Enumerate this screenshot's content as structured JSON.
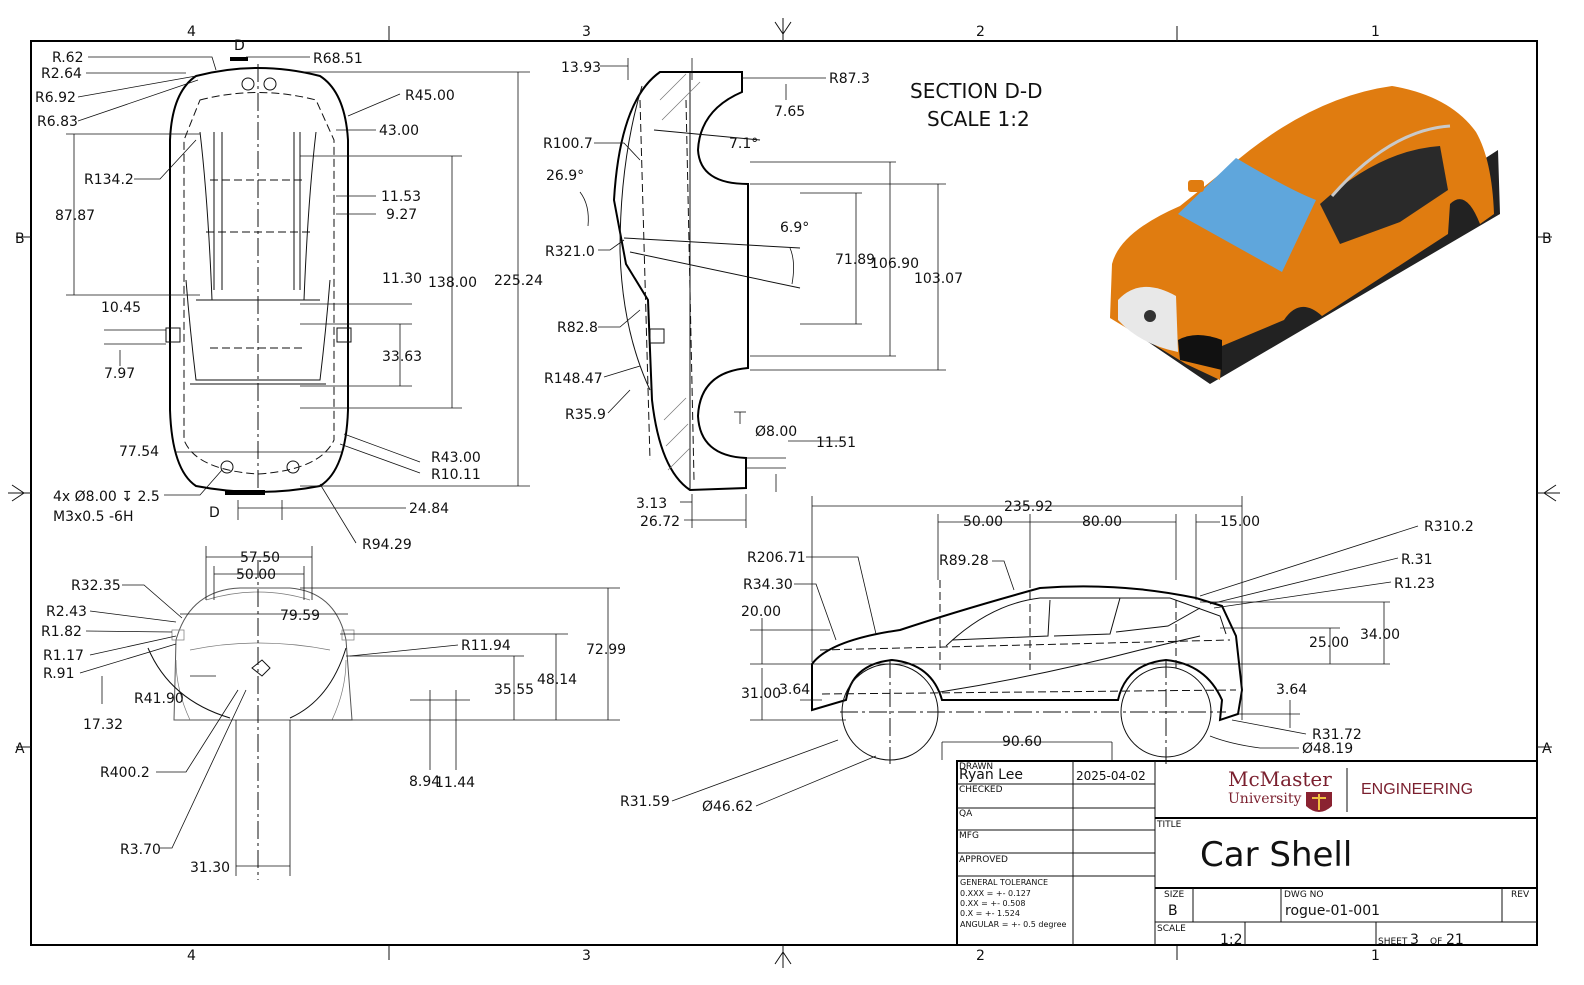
{
  "zones": {
    "cols_top": [
      "4",
      "3",
      "2",
      "1"
    ],
    "cols_bottom": [
      "4",
      "3",
      "2",
      "1"
    ],
    "rows_left": [
      "B",
      "A"
    ],
    "rows_right": [
      "B",
      "A"
    ]
  },
  "section": {
    "title": "SECTION D-D",
    "scale": "SCALE 1:2",
    "cut_label": "D"
  },
  "top_view": {
    "dims": [
      "R.62",
      "R68.51",
      "R2.64",
      "R6.92",
      "R6.83",
      "R45.00",
      "43.00",
      "R134.2",
      "87.87",
      "11.53",
      "9.27",
      "11.30",
      "138.00",
      "225.24",
      "10.45",
      "33.63",
      "7.97",
      "77.54",
      "R43.00",
      "R10.11",
      "24.84",
      "R94.29"
    ],
    "hole_note_1": "4x Ø8.00 ↧ 2.5",
    "hole_note_2": "M3x0.5 -6H"
  },
  "section_view": {
    "dims": [
      "13.93",
      "R87.3",
      "7.65",
      "R100.7",
      "7.1°",
      "26.9°",
      "6.9°",
      "R321.0",
      "71.89",
      "106.90",
      "103.07",
      "R82.8",
      "R148.47",
      "R35.9",
      "Ø8.00",
      "11.51",
      "3.13",
      "26.72"
    ]
  },
  "front_view": {
    "dims": [
      "57.50",
      "50.00",
      "R32.35",
      "R2.43",
      "79.59",
      "R1.82",
      "R11.94",
      "R1.17",
      "R.91",
      "72.99",
      "48.14",
      "35.55",
      "R41.90",
      "17.32",
      "R400.2",
      "8.94",
      "11.44",
      "R3.70",
      "31.30"
    ]
  },
  "side_view": {
    "dims": [
      "235.92",
      "50.00",
      "80.00",
      "15.00",
      "R310.2",
      "R206.71",
      "R89.28",
      "R.31",
      "R34.30",
      "R1.23",
      "20.00",
      "34.00",
      "25.00",
      "31.00",
      "3.64",
      "3.64",
      "90.60",
      "R31.72",
      "Ø48.19",
      "R31.59",
      "Ø46.62"
    ]
  },
  "title_block": {
    "drawn_label": "DRAWN",
    "drawn_name": "Ryan Lee",
    "drawn_date": "2025-04-02",
    "checked_label": "CHECKED",
    "qa_label": "QA",
    "mfg_label": "MFG",
    "approved_label": "APPROVED",
    "tolerance_title": "GENERAL TOLERANCE",
    "tol_lines": [
      "0.XXX      = +- 0.127",
      "0.XX        = +- 0.508",
      "0.X          = +- 1.524",
      "ANGULAR = +- 0.5 degree"
    ],
    "logo_name": "McMaster",
    "logo_sub": "University",
    "department": "ENGINEERING",
    "title_label": "TITLE",
    "title": "Car Shell",
    "size_label": "SIZE",
    "size": "B",
    "dwg_label": "DWG NO",
    "dwg_no": "rogue-01-001",
    "rev_label": "REV",
    "scale_label": "SCALE",
    "scale": "1:2",
    "sheet_label": "SHEET",
    "sheet_no": "3",
    "of_label": "OF",
    "sheet_total": "21"
  },
  "colors": {
    "body": "#e07c10",
    "glass": "#5fa6dc",
    "trim": "#222222",
    "grille": "#e8e8e8",
    "crest": "#8a2231",
    "brand": "#7a1f2e"
  }
}
